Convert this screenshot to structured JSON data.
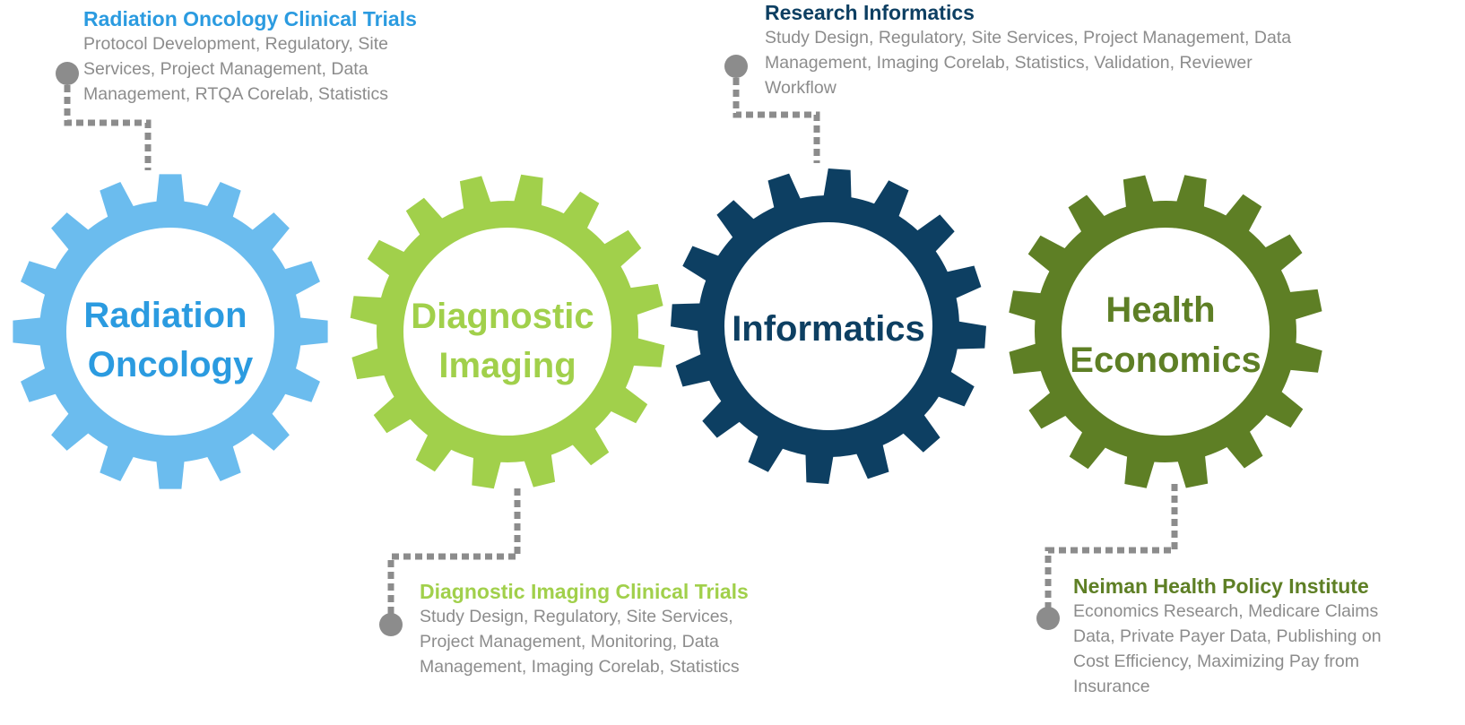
{
  "colors": {
    "radiation": "#6bbcee",
    "radiation_text": "#2b9be0",
    "diagnostic": "#a1d04b",
    "informatics": "#0d3f62",
    "economics": "#5e7f25",
    "connector": "#8c8c8c",
    "body_text": "#8c8c8c"
  },
  "gears": [
    {
      "id": "radiation",
      "lines": [
        "Radiation",
        "Oncology"
      ]
    },
    {
      "id": "diagnostic",
      "lines": [
        "Diagnostic",
        "Imaging"
      ]
    },
    {
      "id": "informatics",
      "lines": [
        "Informatics"
      ]
    },
    {
      "id": "economics",
      "lines": [
        "Health",
        "Economics"
      ]
    }
  ],
  "callouts": {
    "radiation": {
      "title": "Radiation Oncology Clinical Trials",
      "body": "Protocol Development, Regulatory, Site Services, Project Management, Data Management, RTQA Corelab, Statistics"
    },
    "informatics": {
      "title": "Research Informatics",
      "body": "Study Design, Regulatory, Site Services, Project Management, Data Management, Imaging Corelab, Statistics, Validation, Reviewer Workflow"
    },
    "diagnostic": {
      "title": "Diagnostic Imaging Clinical Trials",
      "body": "Study Design, Regulatory, Site Services, Project Management, Monitoring, Data Management, Imaging Corelab, Statistics"
    },
    "economics": {
      "title": "Neiman Health Policy Institute",
      "body": "Economics Research, Medicare Claims Data, Private Payer Data, Publishing on Cost Efficiency, Maximizing Pay from Insurance"
    }
  }
}
